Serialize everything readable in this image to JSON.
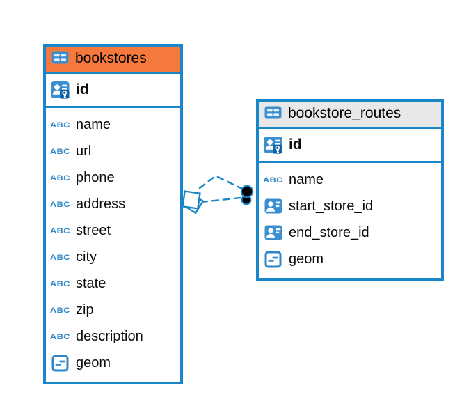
{
  "colors": {
    "accent_blue": "#1787C9",
    "icon_blue": "#3B8ECF",
    "icon_text_blue": "#2E86C8",
    "bookstores_header_bg": "#F5793C",
    "routes_header_bg": "#E8E8E8",
    "relationship_marker_fill": "#000000"
  },
  "tables": [
    {
      "name": "bookstores",
      "header_bg": "#F5793C",
      "columns": [
        {
          "label": "id",
          "icon": "primary-key-icon",
          "primary": true
        },
        {
          "label": "name",
          "icon": "text-icon"
        },
        {
          "label": "url",
          "icon": "text-icon"
        },
        {
          "label": "phone",
          "icon": "text-icon"
        },
        {
          "label": "address",
          "icon": "text-icon"
        },
        {
          "label": "street",
          "icon": "text-icon"
        },
        {
          "label": "city",
          "icon": "text-icon"
        },
        {
          "label": "state",
          "icon": "text-icon"
        },
        {
          "label": "zip",
          "icon": "text-icon"
        },
        {
          "label": "description",
          "icon": "text-icon"
        },
        {
          "label": "geom",
          "icon": "geometry-icon"
        }
      ]
    },
    {
      "name": "bookstore_routes",
      "header_bg": "#E8E8E8",
      "columns": [
        {
          "label": "id",
          "icon": "primary-key-icon",
          "primary": true
        },
        {
          "label": "name",
          "icon": "text-icon"
        },
        {
          "label": "start_store_id",
          "icon": "foreign-key-icon"
        },
        {
          "label": "end_store_id",
          "icon": "foreign-key-icon"
        },
        {
          "label": "geom",
          "icon": "geometry-icon"
        }
      ]
    }
  ],
  "relationship": {
    "from_table": "bookstores",
    "to_table": "bookstore_routes",
    "line_style": "dashed"
  }
}
